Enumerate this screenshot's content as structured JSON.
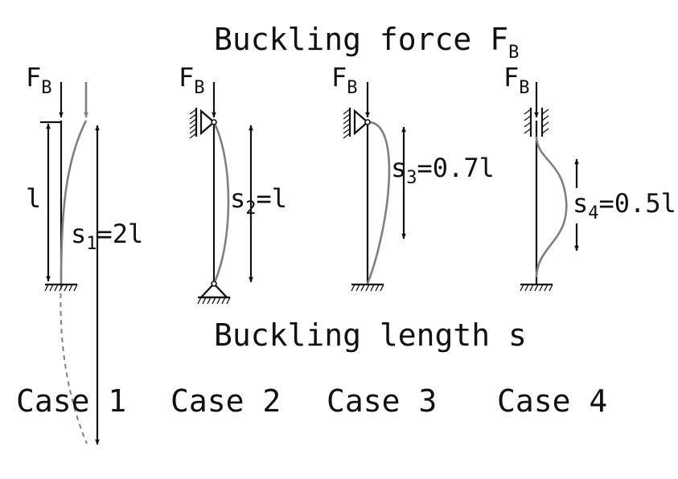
{
  "diagram": {
    "title_top": "Buckling force",
    "title_top_symbol": "F",
    "title_top_subscript": "B",
    "title_bottom": "Buckling length s",
    "force_symbol": "F",
    "force_subscript": "B",
    "length_label": "l",
    "cases": [
      {
        "label": "Case 1",
        "len_main": "s",
        "len_sub": "1",
        "len_value": "=2l"
      },
      {
        "label": "Case 2",
        "len_main": "s",
        "len_sub": "2",
        "len_value": "=l"
      },
      {
        "label": "Case 3",
        "len_main": "s",
        "len_sub": "3",
        "len_value": "=0.7l"
      },
      {
        "label": "Case 4",
        "len_main": "s",
        "len_sub": "4",
        "len_value": "=0.5l"
      }
    ],
    "colors": {
      "line": "#111111",
      "deflection": "#808080"
    }
  }
}
